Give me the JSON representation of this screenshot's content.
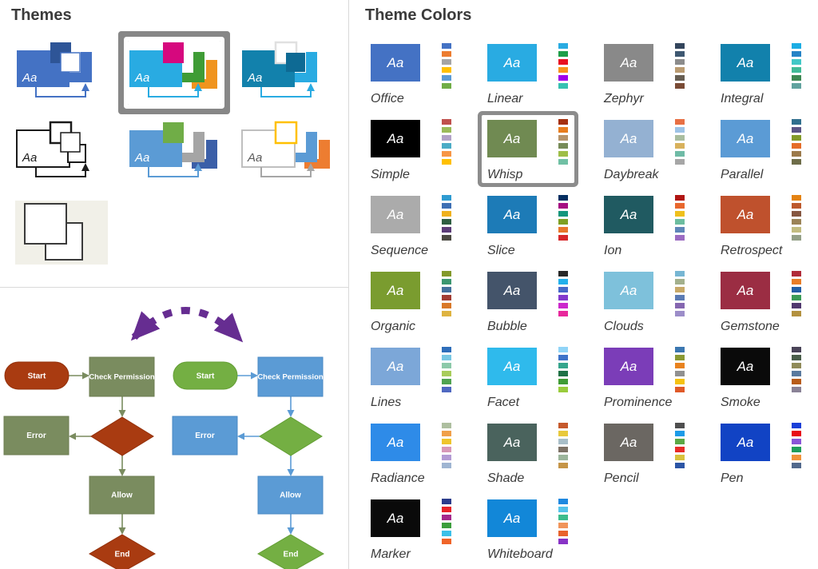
{
  "themes_panel": {
    "title": "Themes",
    "selected_border": "#878787",
    "swatch_text": "Aa",
    "items": [
      {
        "id": "blue",
        "kind": "full",
        "selected": false,
        "main": "#4472C4",
        "text": "#FFFFFF",
        "sq_back": "#2E5597",
        "sq_front": "#FFFFFF",
        "sq_front_stroke": "#4472C4",
        "l1": "#4472C4",
        "arrow": "#4472C4"
      },
      {
        "id": "colorful",
        "kind": "full",
        "selected": true,
        "main": "#29ABE2",
        "text": "#FFFFFF",
        "sq_back": "#D6087E",
        "l1": "#3F9C35",
        "l2": "#F0941E",
        "arrow": "#29ABE2"
      },
      {
        "id": "teal",
        "kind": "full",
        "selected": false,
        "main": "#1281AC",
        "text": "#FFFFFF",
        "sq_back": "#FFFFFF",
        "sq_back_stroke": "#E0E0E0",
        "sq_front": "#0E6A94",
        "l1": "#29ABE2",
        "arrow": "#29ABE2"
      },
      {
        "id": "simple-outline",
        "kind": "full",
        "selected": false,
        "main": "#FFFFFF",
        "main_stroke": "#1A1A1A",
        "text": "#1A1A1A",
        "sq3": "#FFFFFF",
        "sq3_stroke": "#1A1A1A",
        "sq_back": "#FFFFFF",
        "sq_back_stroke": "#1A1A1A",
        "sq_front": "#FFFFFF",
        "sq_front_stroke": "#1A1A1A",
        "arrow": "#1A1A1A"
      },
      {
        "id": "blue-green",
        "kind": "full",
        "selected": false,
        "main": "#5B9BD5",
        "text": "#FFFFFF",
        "sq_back": "#70AD47",
        "l1": "#A5A5A5",
        "l2": "#3B5FA8",
        "arrow": "#5B9BD5"
      },
      {
        "id": "outline-accent",
        "kind": "full",
        "selected": false,
        "main": "#FFFFFF",
        "main_stroke": "#BFBFBF",
        "text": "#595959",
        "sq_back": "#FFFFFF",
        "sq_back_stroke": "#FFC000",
        "l1": "#5B9BD5",
        "l2": "#ED7D31",
        "arrow": "#A6A6A6"
      },
      {
        "id": "plain",
        "kind": "plain",
        "selected": false,
        "bg": "#F1F0E8",
        "square_fill": "#FFFFFF",
        "square_stroke": "#3A3A3A"
      }
    ]
  },
  "theme_colors_panel": {
    "title": "Theme Colors",
    "swatch_text": "Aa",
    "selected_border": "#8C8C8C",
    "items": [
      {
        "name": "Office",
        "selected": false,
        "main": "#4472C4",
        "text": "#FFFFFF",
        "chips": [
          "#4472C4",
          "#ED7D31",
          "#A5A5A5",
          "#FFC000",
          "#5B9BD5",
          "#70AD47"
        ]
      },
      {
        "name": "Linear",
        "selected": false,
        "main": "#29ABE2",
        "text": "#FFFFFF",
        "chips": [
          "#29ABE2",
          "#1E9E49",
          "#E81123",
          "#F7941E",
          "#9F00E8",
          "#36C1B2"
        ]
      },
      {
        "name": "Zephyr",
        "selected": false,
        "main": "#898989",
        "text": "#FFFFFF",
        "chips": [
          "#34455C",
          "#3E5871",
          "#8C8C8C",
          "#BA9B72",
          "#675E53",
          "#7A4B35"
        ]
      },
      {
        "name": "Integral",
        "selected": false,
        "main": "#1281AC",
        "text": "#FFFFFF",
        "chips": [
          "#1CADE4",
          "#2683C6",
          "#42C8C7",
          "#42BA97",
          "#3E8853",
          "#62A39F"
        ]
      },
      {
        "name": "Simple",
        "selected": false,
        "main": "#000000",
        "text": "#FFFFFF",
        "chips": [
          "#C0504D",
          "#9BBB59",
          "#B2A2C7",
          "#4BACC6",
          "#F79646",
          "#FFC000"
        ]
      },
      {
        "name": "Whisp",
        "selected": true,
        "main": "#708A52",
        "text": "#FFFFFF",
        "chips": [
          "#A53010",
          "#E87D1E",
          "#B6946B",
          "#778B58",
          "#9EBE48",
          "#70C0A4"
        ]
      },
      {
        "name": "Daybreak",
        "selected": false,
        "main": "#94B1D2",
        "text": "#FFFFFF",
        "chips": [
          "#E87044",
          "#9DC3E6",
          "#A9BD9F",
          "#D8B15C",
          "#6FBBA6",
          "#A6A6A6"
        ]
      },
      {
        "name": "Parallel",
        "selected": false,
        "main": "#5B9BD5",
        "text": "#FFFFFF",
        "chips": [
          "#31708E",
          "#5C5587",
          "#839A2A",
          "#E56C28",
          "#9C7A4B",
          "#6E6D49"
        ]
      },
      {
        "name": "Sequence",
        "selected": false,
        "main": "#ABABAB",
        "text": "#FFFFFF",
        "chips": [
          "#2E9BD1",
          "#3D6FB4",
          "#EFB11D",
          "#2E5E41",
          "#5C3C78",
          "#4C4A42"
        ]
      },
      {
        "name": "Slice",
        "selected": false,
        "main": "#1D7BB7",
        "text": "#FFFFFF",
        "chips": [
          "#052F61",
          "#A50E82",
          "#14967C",
          "#7EA022",
          "#E8762B",
          "#D7272A"
        ]
      },
      {
        "name": "Ion",
        "selected": false,
        "main": "#205A61",
        "text": "#FFFFFF",
        "chips": [
          "#B01513",
          "#E8672D",
          "#EFC01C",
          "#6CBD9F",
          "#5F86B8",
          "#9B6BC2"
        ]
      },
      {
        "name": "Retrospect",
        "selected": false,
        "main": "#BF512D",
        "text": "#FFFFFF",
        "chips": [
          "#E48312",
          "#BD582C",
          "#865640",
          "#9B8357",
          "#C2BC80",
          "#94A088"
        ]
      },
      {
        "name": "Organic",
        "selected": false,
        "main": "#7A9C2F",
        "text": "#FFFFFF",
        "chips": [
          "#83992A",
          "#3C9770",
          "#44709D",
          "#A23C33",
          "#D97828",
          "#DEB340"
        ]
      },
      {
        "name": "Bubble",
        "selected": false,
        "main": "#44546A",
        "text": "#FFFFFF",
        "chips": [
          "#282828",
          "#22B0EB",
          "#4668C8",
          "#8339CC",
          "#CC28CC",
          "#E8289C"
        ]
      },
      {
        "name": "Clouds",
        "selected": false,
        "main": "#7EC1DB",
        "text": "#FFFFFF",
        "chips": [
          "#77B6D3",
          "#A3B08D",
          "#C8A968",
          "#5B7BB4",
          "#8566B0",
          "#9C8DC9"
        ]
      },
      {
        "name": "Gemstone",
        "selected": false,
        "main": "#9B2D43",
        "text": "#FFFFFF",
        "chips": [
          "#B12B39",
          "#E87D27",
          "#235EA6",
          "#3B9B57",
          "#50386F",
          "#B3913F"
        ]
      },
      {
        "name": "Lines",
        "selected": false,
        "main": "#7CA7D8",
        "text": "#FFFFFF",
        "chips": [
          "#2F6EBA",
          "#78C7E3",
          "#8CC9A9",
          "#A8CC5A",
          "#50A350",
          "#4F68C1"
        ]
      },
      {
        "name": "Facet",
        "selected": false,
        "main": "#2FBAEC",
        "text": "#FFFFFF",
        "chips": [
          "#90D4F7",
          "#3E73C9",
          "#35A58C",
          "#1E7145",
          "#3F9C35",
          "#9ACC3C"
        ]
      },
      {
        "name": "Prominence",
        "selected": false,
        "main": "#7B3DB8",
        "text": "#FFFFFF",
        "chips": [
          "#3B77B0",
          "#8A9933",
          "#E8821E",
          "#909090",
          "#F5C211",
          "#E05A28"
        ]
      },
      {
        "name": "Smoke",
        "selected": false,
        "main": "#0A0A0A",
        "text": "#FFFFFF",
        "chips": [
          "#4A4458",
          "#4A5E4A",
          "#8F8A58",
          "#5A7A9E",
          "#B85C18",
          "#8A8296"
        ]
      },
      {
        "name": "Radiance",
        "selected": false,
        "main": "#2E8BE8",
        "text": "#FFFFFF",
        "chips": [
          "#AEBFA0",
          "#F0A04A",
          "#EFC52C",
          "#D898B8",
          "#B39BD4",
          "#9FB5D2"
        ]
      },
      {
        "name": "Shade",
        "selected": false,
        "main": "#4A635D",
        "text": "#FFFFFF",
        "chips": [
          "#C6592C",
          "#E8C93C",
          "#A8BEC8",
          "#7D7266",
          "#9CB59C",
          "#C59548"
        ]
      },
      {
        "name": "Pencil",
        "selected": false,
        "main": "#6B6762",
        "text": "#FFFFFF",
        "chips": [
          "#4F4F4F",
          "#1C9BE8",
          "#5CA845",
          "#E82C28",
          "#D8C23C",
          "#2C55A5"
        ]
      },
      {
        "name": "Pen",
        "selected": false,
        "main": "#1143C4",
        "text": "#FFFFFF",
        "chips": [
          "#1A3FD8",
          "#E80C18",
          "#8A55D8",
          "#1F9E5C",
          "#F0943C",
          "#52698C"
        ]
      },
      {
        "name": "Marker",
        "selected": false,
        "main": "#0A0A0A",
        "text": "#FFFFFF",
        "chips": [
          "#2C3C8C",
          "#E82428",
          "#A5288C",
          "#3C9E3C",
          "#3CC0E8",
          "#F06428"
        ]
      },
      {
        "name": "Whiteboard",
        "selected": false,
        "main": "#1287D8",
        "text": "#FFFFFF",
        "chips": [
          "#1E88E0",
          "#55C3EA",
          "#3CBC8C",
          "#F0945A",
          "#E8622C",
          "#8833C6"
        ]
      }
    ]
  },
  "flowchart": {
    "arc_color": "#662D91",
    "charts": [
      {
        "id": "before",
        "node_fill": "#7A8C5F",
        "node_stroke": "#6C7D52",
        "accent_fill": "#A93B11",
        "accent_stroke": "#93300B",
        "arrow_color": "#7A8C5F",
        "labels": {
          "start": "Start",
          "check": "Check Permission",
          "error": "Error",
          "allow": "Allow",
          "end": "End"
        }
      },
      {
        "id": "after",
        "node_fill": "#5B9BD5",
        "node_stroke": "#4A8AC4",
        "accent_fill": "#74AF43",
        "accent_stroke": "#639E34",
        "arrow_color": "#5B9BD5",
        "labels": {
          "start": "Start",
          "check": "Check Permission",
          "error": "Error",
          "allow": "Allow",
          "end": "End"
        }
      }
    ]
  }
}
